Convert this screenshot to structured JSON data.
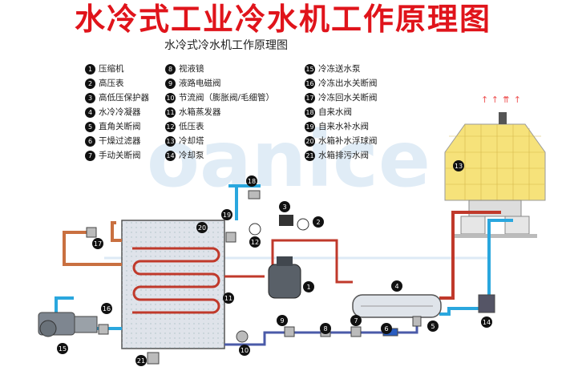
{
  "title": "水冷式工业冷水机工作原理图",
  "subtitle": "水冷式冷水机工作原理图",
  "watermark": "oanice",
  "legend": [
    {
      "n": "1",
      "label": "压缩机"
    },
    {
      "n": "2",
      "label": "高压表"
    },
    {
      "n": "3",
      "label": "高低压保护器"
    },
    {
      "n": "4",
      "label": "水冷冷凝器"
    },
    {
      "n": "5",
      "label": "直角关断阀"
    },
    {
      "n": "6",
      "label": "干燥过滤器"
    },
    {
      "n": "7",
      "label": "手动关断阀"
    },
    {
      "n": "8",
      "label": "视液镜"
    },
    {
      "n": "9",
      "label": "液路电磁阀"
    },
    {
      "n": "10",
      "label": "节流阀（膨胀阀/毛细管）"
    },
    {
      "n": "11",
      "label": "水箱蒸发器"
    },
    {
      "n": "12",
      "label": "低压表"
    },
    {
      "n": "13",
      "label": "冷却塔"
    },
    {
      "n": "14",
      "label": "冷却泵"
    },
    {
      "n": "15",
      "label": "冷冻送水泵"
    },
    {
      "n": "16",
      "label": "冷冻出水关断阀"
    },
    {
      "n": "17",
      "label": "冷冻回水关断阀"
    },
    {
      "n": "18",
      "label": "自来水阀"
    },
    {
      "n": "19",
      "label": "自来水补水阀"
    },
    {
      "n": "20",
      "label": "水箱补水浮球阀"
    },
    {
      "n": "21",
      "label": "水箱排污水阀"
    }
  ],
  "colors": {
    "title": "#e0141b",
    "cold_water": "#2aa7de",
    "hot_refrigerant": "#c0392b",
    "liquid_line": "#4a5aa8",
    "tower": "#f6e27a"
  }
}
